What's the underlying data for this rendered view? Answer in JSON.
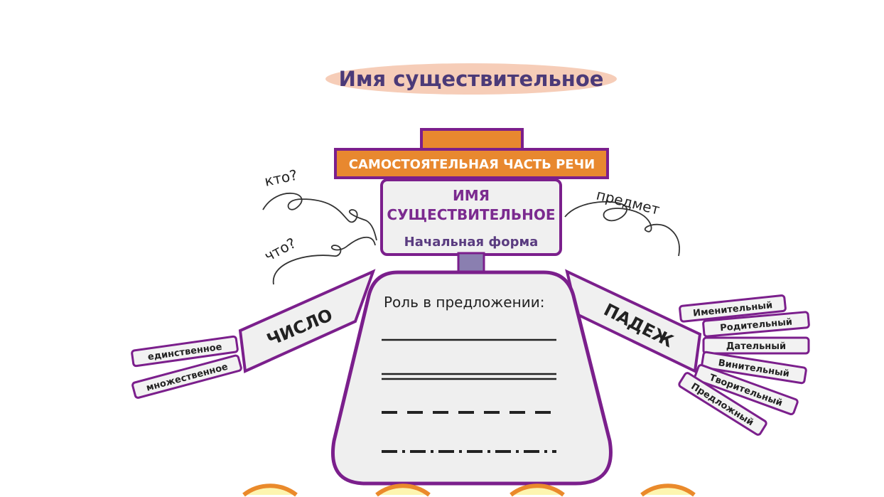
{
  "title": "Имя существительное",
  "hat_band": "САМОСТОЯТЕЛЬНАЯ ЧАСТЬ РЕЧИ",
  "head": {
    "line1": "ИМЯ",
    "line2": "СУЩЕСТВИТЕЛЬНОЕ",
    "line3": "Начальная форма"
  },
  "questions": {
    "who": "кто?",
    "what": "что?",
    "meaning": "предмет"
  },
  "body": {
    "role_label": "Роль в предложении:"
  },
  "left_arm": {
    "label": "ЧИСЛО",
    "fingers": [
      "единственное",
      "множественное"
    ]
  },
  "right_arm": {
    "label": "ПАДЕЖ",
    "fingers": [
      "Именительный",
      "Родительный",
      "Дательный",
      "Винительный",
      "Творительный",
      "Предложный"
    ]
  },
  "colors": {
    "purple": "#7b1f8c",
    "orange": "#e8882f",
    "title_pill": "#f6cdb8",
    "title_text": "#4b3a78"
  }
}
